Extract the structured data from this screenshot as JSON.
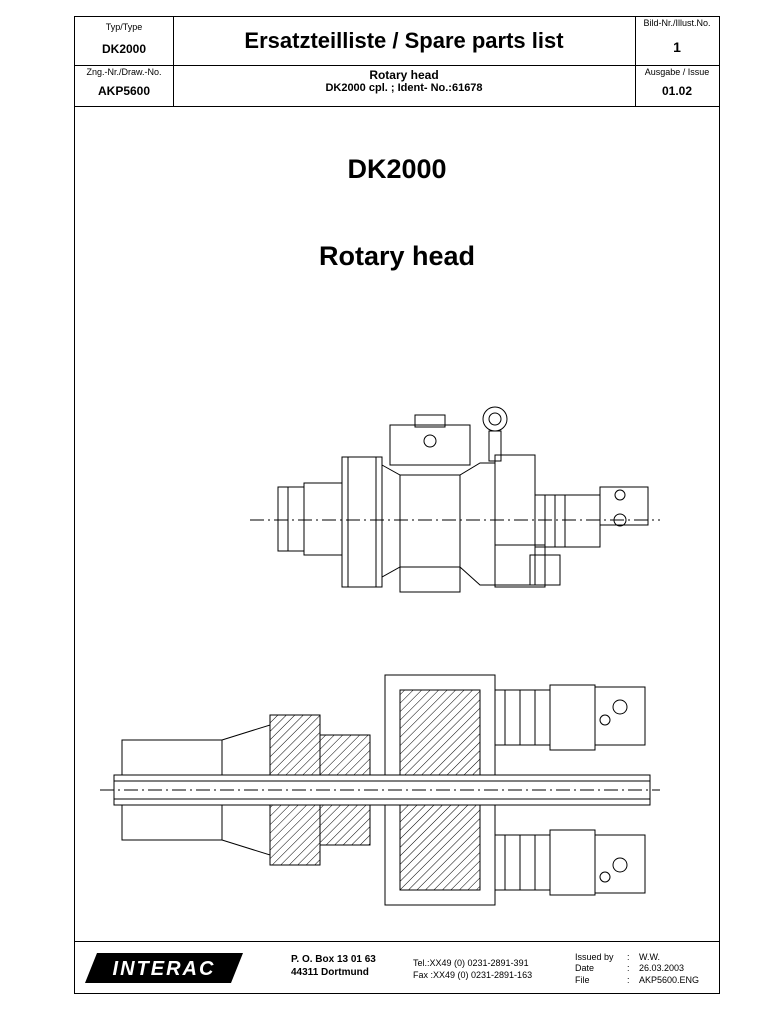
{
  "header": {
    "type_label": "Typ/Type",
    "type_value": "DK2000",
    "title": "Ersatzteilliste / Spare parts list",
    "illust_label": "Bild-Nr./Illust.No.",
    "illust_value": "1",
    "drawing_label": "Zng.-Nr./Draw.-No.",
    "drawing_value": "AKP5600",
    "subtitle_line1": "Rotary head",
    "subtitle_line2": "DK2000 cpl. ; Ident- No.:61678",
    "issue_label": "Ausgabe / Issue",
    "issue_value": "01.02"
  },
  "main": {
    "heading1": "DK2000",
    "heading2": "Rotary head"
  },
  "footer": {
    "logo_text": "INTERAC",
    "address_line1": "P. O. Box 13 01 63",
    "address_line2": "44311 Dortmund",
    "tel": "Tel.:XX49 (0) 0231-2891-391",
    "fax": "Fax :XX49 (0) 0231-2891-163",
    "issued_by_label": "Issued by",
    "issued_by_value": "W.W.",
    "date_label": "Date",
    "date_value": "26.03.2003",
    "file_label": "File",
    "file_value": "AKP5600.ENG",
    "colon": ":"
  }
}
